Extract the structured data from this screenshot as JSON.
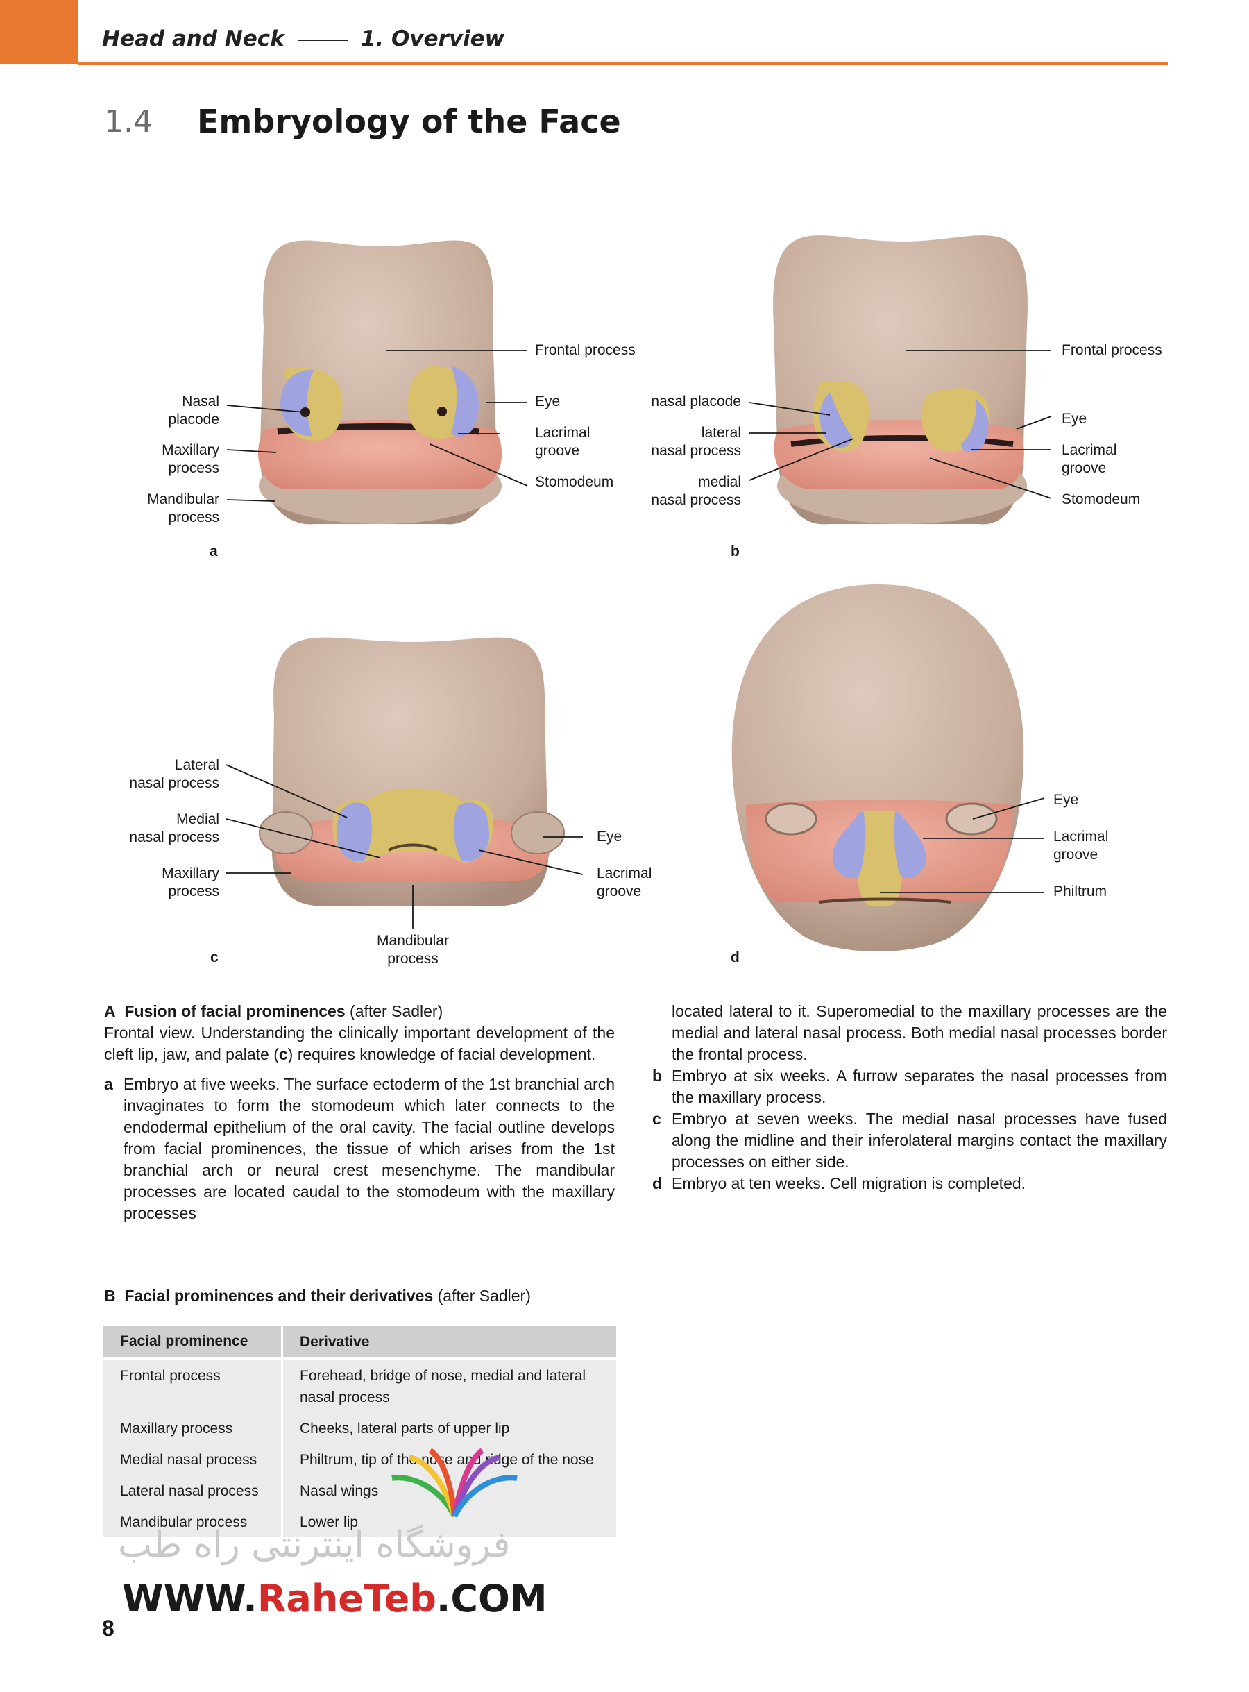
{
  "header": {
    "book": "Head and Neck",
    "chapter": "1.  Overview"
  },
  "section": {
    "number": "1.4",
    "title": "Embryology of the Face"
  },
  "figure": {
    "a": {
      "letter": "a",
      "labels": {
        "frontal": "Frontal process",
        "eye": "Eye",
        "lacrimal": "Lacrimal\ngroove",
        "stomodeum": "Stomodeum",
        "nasal_placode": "Nasal\nplacode",
        "maxillary": "Maxillary\nprocess",
        "mandibular": "Mandibular\nprocess"
      }
    },
    "b": {
      "letter": "b",
      "labels": {
        "frontal": "Frontal process",
        "nasal_placode": "nasal placode",
        "lateral_nasal": "lateral\nnasal process",
        "medial_nasal": "medial\nnasal process",
        "eye": "Eye",
        "lacrimal": "Lacrimal\ngroove",
        "stomodeum": "Stomodeum"
      }
    },
    "c": {
      "letter": "c",
      "labels": {
        "lateral_nasal": "Lateral\nnasal process",
        "medial_nasal": "Medial\nnasal process",
        "maxillary": "Maxillary\nprocess",
        "eye": "Eye",
        "lacrimal": "Lacrimal\ngroove",
        "mandibular": "Mandibular\nprocess"
      }
    },
    "d": {
      "letter": "d",
      "labels": {
        "eye": "Eye",
        "lacrimal": "Lacrimal\ngroove",
        "philtrum": "Philtrum"
      }
    }
  },
  "colors": {
    "skin": "#cdb6a7",
    "blue": "#9fa3e0",
    "yellow": "#d8c06d",
    "pink": "#e59c8c",
    "accent": "#e8782f"
  },
  "caption": {
    "letter": "A",
    "title": "Fusion of facial prominences",
    "after": " (after Sadler)",
    "intro_1": "Frontal view. Understanding the clinically important development of the cleft lip, jaw, and palate (",
    "intro_c": "c",
    "intro_2": ") requires knowledge of facial development.",
    "items": [
      {
        "key": "a",
        "text": "Embryo at five weeks. The surface ectoderm of the 1st branchial arch invaginates to form the stomodeum which later connects to the endodermal epithelium of the oral cavity. The facial outline develops from facial prominences, the tissue of which arises from the 1st branchial arch or neural crest mesenchyme. The mandibular processes are located caudal to the stomodeum with the maxillary processes"
      },
      {
        "key": "",
        "text": "located lateral to it. Superomedial to the maxillary processes are the medial and lateral nasal process. Both medial nasal processes border the frontal process."
      },
      {
        "key": "b",
        "text": "Embryo at six weeks. A furrow separates the nasal processes from the maxillary process."
      },
      {
        "key": "c",
        "text": "Embryo at seven weeks. The medial nasal processes have fused along the midline and their inferolateral margins contact the maxillary processes on either side."
      },
      {
        "key": "d",
        "text": "Embryo at ten weeks. Cell migration is completed."
      }
    ]
  },
  "table": {
    "letter": "B",
    "title": "Facial prominences and their derivatives",
    "after": " (after Sadler)",
    "headers": [
      "Facial prominence",
      "Derivative"
    ],
    "rows": [
      [
        "Frontal process",
        "Forehead, bridge of nose, medial and lateral nasal process"
      ],
      [
        "Maxillary process",
        "Cheeks, lateral parts of upper lip"
      ],
      [
        "Medial nasal process",
        "Philtrum, tip of the nose and ridge of the nose"
      ],
      [
        "Lateral nasal process",
        "Nasal wings"
      ],
      [
        "Mandibular process",
        "Lower lip"
      ]
    ]
  },
  "watermark": {
    "text": "فروشگاه اینترنتی راه طب",
    "url_1": "WWW.",
    "url_2": "RaheTeb",
    "url_3": ".COM"
  },
  "page_number": "8"
}
